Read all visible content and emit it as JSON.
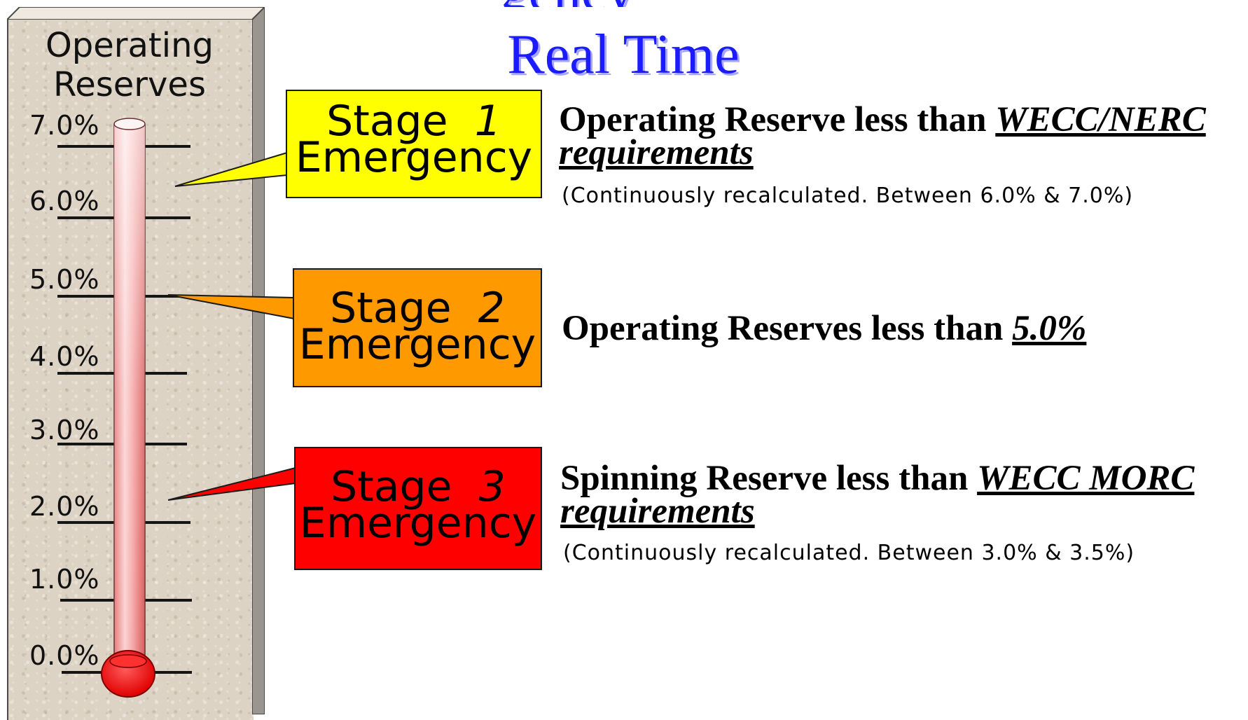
{
  "title": {
    "line1_partial": "gency",
    "line2": "Real Time"
  },
  "thermometer": {
    "label_line1": "Operating",
    "label_line2": "Reserves",
    "ticks": [
      "7.0%",
      "6.0%",
      "5.0%",
      "4.0%",
      "3.0%",
      "2.0%",
      "1.0%",
      "0.0%"
    ],
    "colors": {
      "tube": "#f4a0a0",
      "bulb": "#ff0000",
      "board": "#ddd3c4"
    }
  },
  "stages": [
    {
      "stage_word": "Stage",
      "stage_number": "1",
      "emergency": "Emergency",
      "color": "#ffff00",
      "desc_prefix": "Operating Reserve less than ",
      "desc_em1": "WECC/NERC",
      "desc_em2": "requirements",
      "note": "(Continuously recalculated.  Between 6.0% & 7.0%)"
    },
    {
      "stage_word": "Stage",
      "stage_number": "2",
      "emergency": "Emergency",
      "color": "#ff9900",
      "desc_prefix": "Operating Reserves less than ",
      "desc_em1": "5.0%"
    },
    {
      "stage_word": "Stage",
      "stage_number": "3",
      "emergency": "Emergency",
      "color": "#ff0000",
      "desc_prefix": "Spinning Reserve less than ",
      "desc_em1": "WECC MORC",
      "desc_em2": "requirements",
      "note": "(Continuously recalculated.  Between 3.0% & 3.5%)"
    }
  ]
}
